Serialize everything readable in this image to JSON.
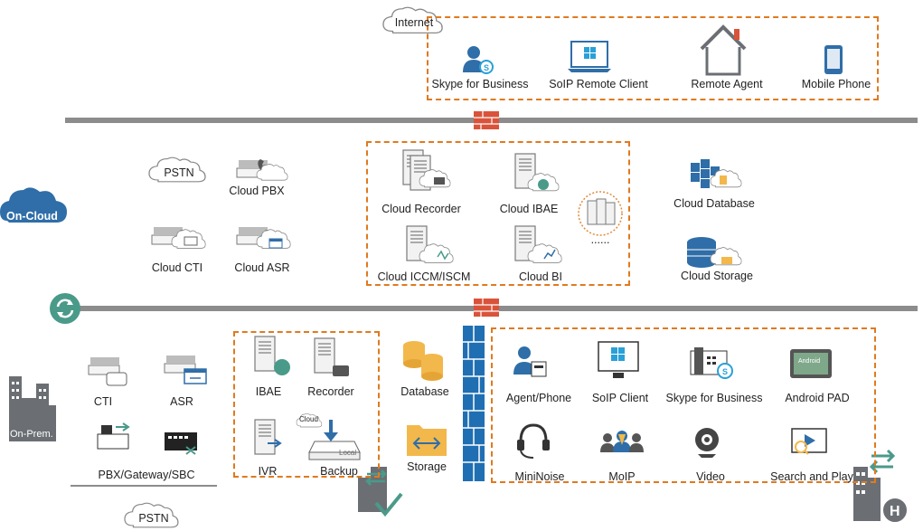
{
  "internet": {
    "cloud_label": "Internet",
    "items": [
      {
        "label": "Skype for Business",
        "icon": "skype-user-icon"
      },
      {
        "label": "SoIP Remote Client",
        "icon": "laptop-windows-icon"
      },
      {
        "label": "Remote Agent",
        "icon": "house-icon"
      },
      {
        "label": "Mobile Phone",
        "icon": "mobile-phone-icon"
      }
    ]
  },
  "on_cloud": {
    "badge": "On-Cloud",
    "left_items": [
      {
        "label": "PSTN",
        "icon": "pstn-cloud-icon"
      },
      {
        "label": "Cloud PBX",
        "icon": "cloud-pbx-icon"
      },
      {
        "label": "Cloud CTI",
        "icon": "cloud-cti-icon"
      },
      {
        "label": "Cloud ASR",
        "icon": "cloud-asr-icon"
      }
    ],
    "services": [
      {
        "label": "Cloud Recorder",
        "icon": "cloud-recorder-icon"
      },
      {
        "label": "Cloud IBAE",
        "icon": "cloud-ibae-icon"
      },
      {
        "label": "Cloud ICCM/ISCM",
        "icon": "cloud-iccm-icon"
      },
      {
        "label": "Cloud BI",
        "icon": "cloud-bi-icon"
      }
    ],
    "more_label": "......",
    "right_items": [
      {
        "label": "Cloud Database",
        "icon": "cloud-database-icon"
      },
      {
        "label": "Cloud Storage",
        "icon": "cloud-storage-icon"
      }
    ]
  },
  "on_prem": {
    "badge": "On-Prem.",
    "left_items": [
      {
        "label": "CTI",
        "icon": "cti-icon"
      },
      {
        "label": "ASR",
        "icon": "asr-icon"
      },
      {
        "label": "PBX/Gateway/SBC",
        "icon": "pbx-gateway-icon"
      },
      {
        "label": "PSTN",
        "icon": "pstn-cloud-icon"
      }
    ],
    "servers": [
      {
        "label": "IBAE",
        "icon": "ibae-server-icon"
      },
      {
        "label": "Recorder",
        "icon": "recorder-server-icon"
      },
      {
        "label": "IVR",
        "icon": "ivr-server-icon"
      },
      {
        "label": "Backup",
        "icon": "backup-icon"
      }
    ],
    "backup_tags": {
      "cloud": "Cloud",
      "local": "Local"
    },
    "storage": [
      {
        "label": "Database",
        "icon": "database-icon"
      },
      {
        "label": "Storage",
        "icon": "storage-folder-icon"
      }
    ],
    "clients": [
      {
        "label": "Agent/Phone",
        "icon": "agent-phone-icon"
      },
      {
        "label": "SoIP Client",
        "icon": "soip-client-icon"
      },
      {
        "label": "Skype for Business",
        "icon": "skype-phone-icon"
      },
      {
        "label": "Android PAD",
        "icon": "android-pad-icon"
      },
      {
        "label": "MiniNoise",
        "icon": "headset-icon"
      },
      {
        "label": "MoIP",
        "icon": "moip-group-icon"
      },
      {
        "label": "Video",
        "icon": "webcam-icon"
      },
      {
        "label": "Search and Play",
        "icon": "search-play-icon"
      }
    ],
    "android_screen_text": "Android"
  },
  "colors": {
    "dash": "#e07a1f",
    "rail": "#8c8c8c",
    "cloud_blue": "#2f6ea8",
    "firewall_red": "#d9533a",
    "wall_blue": "#1f6fb2",
    "teal": "#4a9a8a",
    "building_gray": "#6b6f74"
  }
}
